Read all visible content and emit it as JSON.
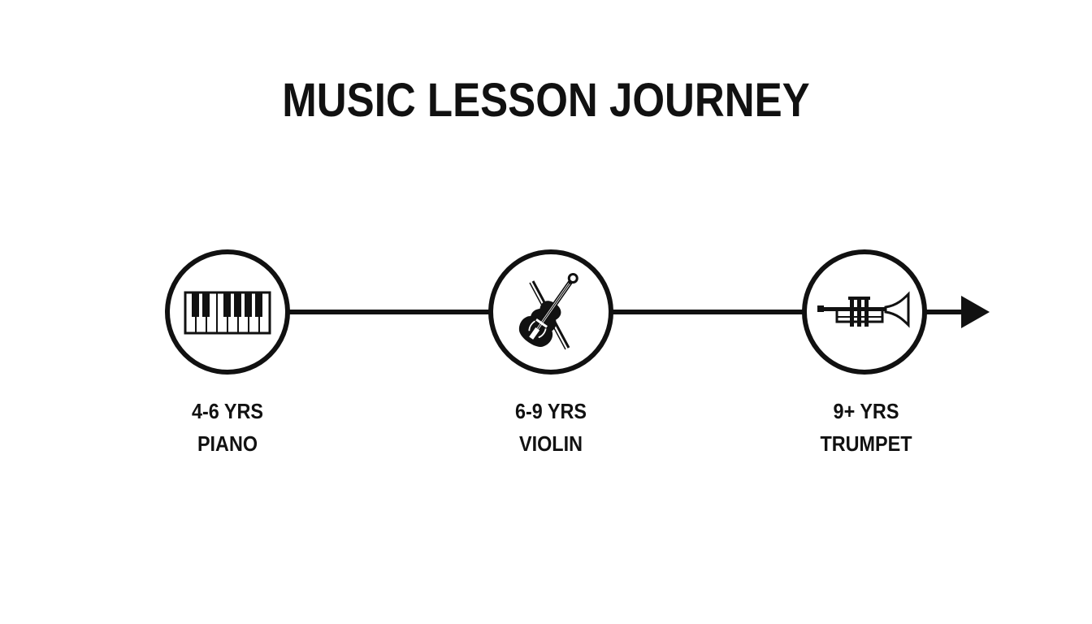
{
  "title": "MUSIC LESSON JOURNEY",
  "colors": {
    "ink": "#111111",
    "background": "#ffffff"
  },
  "stages": [
    {
      "age": "4-6 YRS",
      "instrument": "PIANO",
      "icon": "piano-keys-icon"
    },
    {
      "age": "6-9 YRS",
      "instrument": "VIOLIN",
      "icon": "violin-icon"
    },
    {
      "age": "9+ YRS",
      "instrument": "TRUMPET",
      "icon": "trumpet-icon"
    }
  ]
}
